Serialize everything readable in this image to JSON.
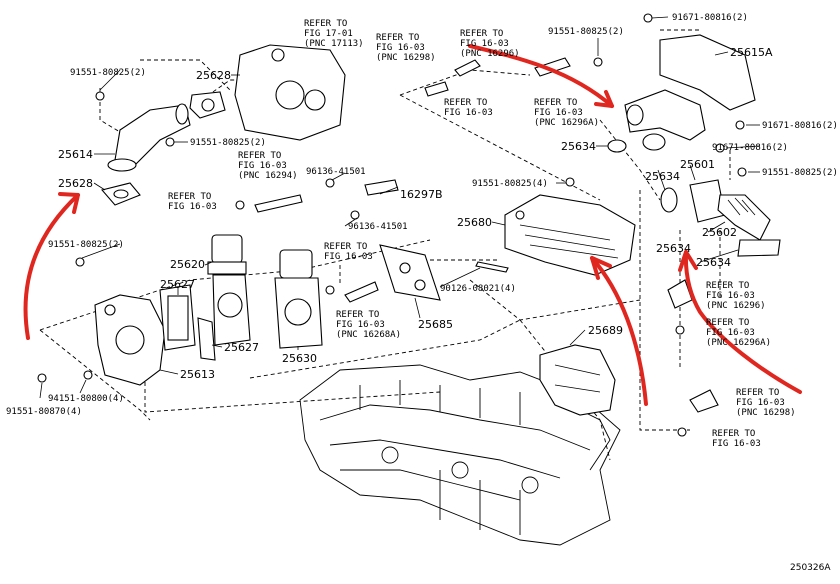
{
  "labels": {
    "p25628_top": "25628",
    "p25614": "25614",
    "p25628_left": "25628",
    "p25620": "25620",
    "p25627_a": "25627",
    "p25627_b": "25627",
    "p25613": "25613",
    "p25630": "25630",
    "p25685": "25685",
    "p25680": "25680",
    "p25689": "25689",
    "p25634_a": "25634",
    "p25634_b": "25634",
    "p25634_c": "25634",
    "p25601": "25601",
    "p25602": "25602",
    "p25615A": "25615A",
    "p16297B": "16297B",
    "p25635": "25634",
    "bolt_91551_80825_2_a": "91551-80825(2)",
    "bolt_91551_80825_2_b": "91551-80825(2)",
    "bolt_91551_80825_2_c": "91551-80825(2)",
    "bolt_91551_80825_2_d": "91551-80825(2)",
    "bolt_91551_80825_2_e": "91551-80825(2)",
    "bolt_91551_80825_4": "91551-80825(4)",
    "bolt_91671_80816_2_a": "91671-80816(2)",
    "bolt_91671_80816_2_b": "91671-80816(2)",
    "bolt_91671_80816_2_c": "91671-80816(2)",
    "clip_96136_41501_a": "96136-41501",
    "clip_96136_41501_b": "96136-41501",
    "stud_90126_08021_4": "90126-08021(4)",
    "bolt_91551_80870_4": "91551-80870(4)",
    "nut_94151_80800_4": "94151-80800(4)",
    "diagram_code": "250326A"
  },
  "refs": {
    "r1": [
      "REFER TO",
      "FIG 17-01",
      "(PNC 17113)"
    ],
    "r2": [
      "REFER TO",
      "FIG 16-03",
      "(PNC 16298)"
    ],
    "r3": [
      "REFER TO",
      "FIG 16-03",
      "(PNC 16296)"
    ],
    "r4": [
      "REFER TO",
      "FIG 16-03"
    ],
    "r5": [
      "REFER TO",
      "FIG 16-03",
      "(PNC 16296A)"
    ],
    "r6": [
      "REFER TO",
      "FIG 16-03",
      "(PNC 16294)"
    ],
    "r7": [
      "REFER TO",
      "FIG 16-03"
    ],
    "r8": [
      "REFER TO",
      "FIG 16-03"
    ],
    "r9": [
      "REFER TO",
      "FIG 16-03",
      "(PNC 16268A)"
    ],
    "r10": [
      "REFER TO",
      "FIG 16-03",
      "(PNC 16296)"
    ],
    "r11": [
      "REFER TO",
      "FIG 16-03",
      "(PNC 16296A)"
    ],
    "r12": [
      "REFER TO",
      "FIG 16-03",
      "(PNC 16298)"
    ],
    "r13": [
      "REFER TO",
      "FIG 16-03"
    ]
  },
  "colors": {
    "annotation": "#e0271f",
    "ink": "#000000",
    "paper": "#ffffff"
  }
}
